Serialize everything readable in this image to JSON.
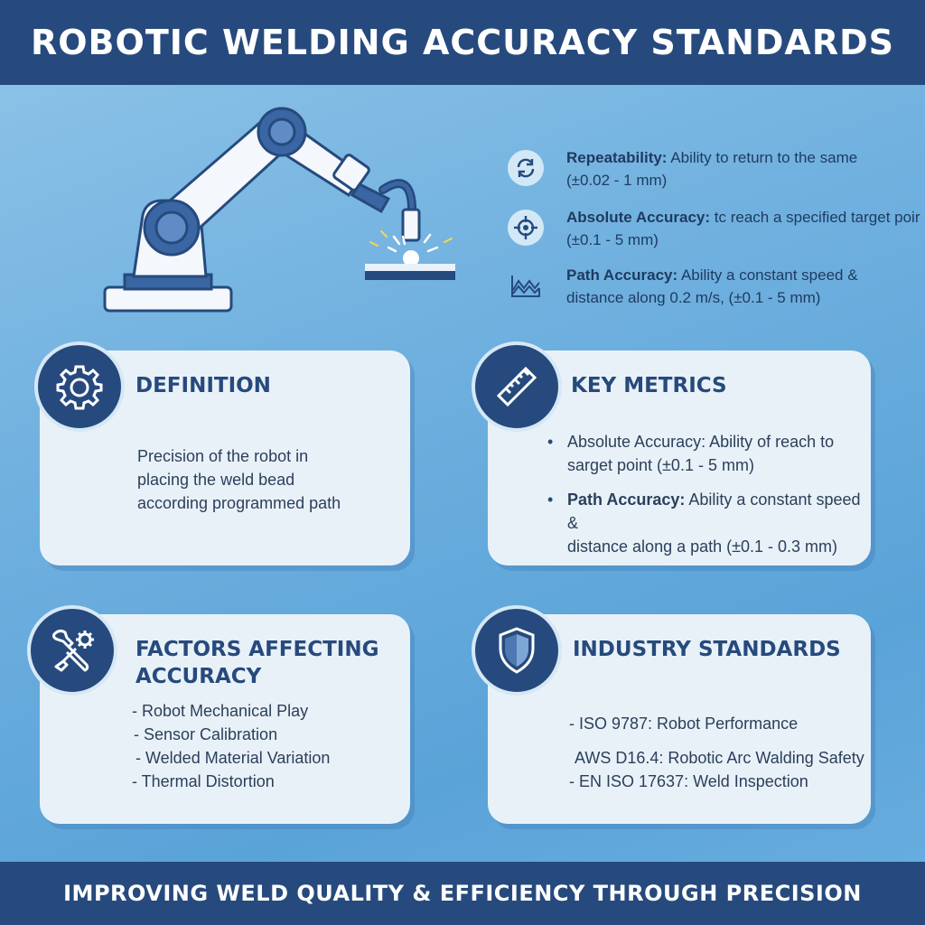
{
  "header": {
    "title": "ROBOTIC WELDING ACCURACY STANDARDS"
  },
  "metrics": [
    {
      "icon": "refresh-icon",
      "label": "Repeatability:",
      "line1_rest": " Ability to return to the same",
      "line2": "(±0.02 - 1 mm)"
    },
    {
      "icon": "crosshair-icon",
      "label": "Absolute Accuracy:",
      "line1_rest": " tc reach a specified target poir",
      "line2": "(±0.1 - 5 mm)"
    },
    {
      "icon": "wave-graph-icon",
      "label": "Path Accuracy:",
      "line1_rest": " Ability a constant speed &",
      "line2": "distance along 0.2 m/s, (±0.1 - 5 mm)"
    }
  ],
  "definition": {
    "title": "DEFINITION",
    "icon": "gear-icon",
    "lines": [
      "Precision of the robot in",
      "placing the weld bead",
      "according programmed path"
    ]
  },
  "key_metrics": {
    "title": "KEY METRICS",
    "icon": "ruler-icon",
    "items": [
      {
        "label": "",
        "line1": "Absolute Accuracy: Ability of reach to",
        "line2": "sarget point (±0.1 - 5 mm)"
      },
      {
        "label": "Path Accuracy:",
        "line1": " Ability a constant speed &",
        "line2": "distance along a path (±0.1 - 0.3 mm)"
      }
    ]
  },
  "factors": {
    "title_line1": "FACTORS AFFECTING",
    "title_line2": "ACCURACY",
    "icon": "wrench-gear-icon",
    "items": [
      "- Robot Mechanical Play",
      "- Sensor Calibration",
      "- Welded Material Variation",
      "- Thermal Distortion"
    ]
  },
  "standards": {
    "title": "INDUSTRY STANDARDS",
    "icon": "shield-icon",
    "items": [
      "- ISO 9787: Robot Performance",
      "AWS D16.4: Robotic Arc Walding Safety",
      "- EN ISO 17637: Weld Inspection"
    ]
  },
  "footer": {
    "text": "IMPROVING WELD QUALITY & EFFICIENCY THROUGH PRECISION"
  },
  "colors": {
    "navy": "#264a7d",
    "background": "#6fb0df",
    "card": "#e9f1f8"
  }
}
